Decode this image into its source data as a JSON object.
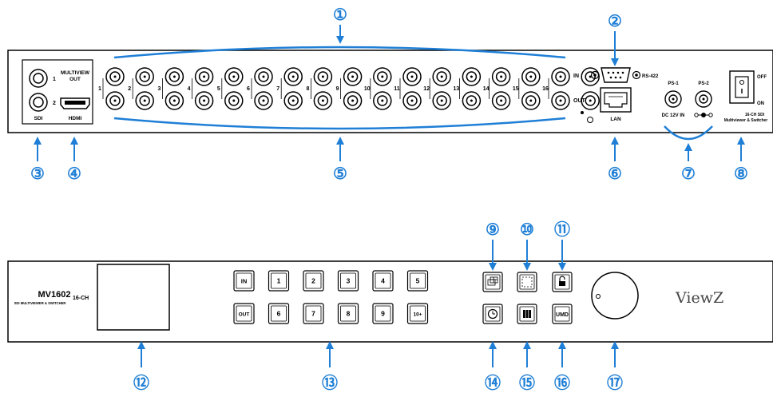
{
  "colors": {
    "accent": "#1f7fd6",
    "outline": "#000000",
    "panel": "#ffffff"
  },
  "callouts": [
    "①",
    "②",
    "③",
    "④",
    "⑤",
    "⑥",
    "⑦",
    "⑧",
    "⑨",
    "⑩",
    "⑪",
    "⑫",
    "⑬",
    "⑭",
    "⑮",
    "⑯",
    "⑰"
  ],
  "rear": {
    "sdi_out_1": "1",
    "sdi_out_2": "2",
    "multiview_title": "MULTIVIEW",
    "multiview_sub": "OUT",
    "sdi_label": "SDI",
    "hdmi_label": "HDMI",
    "channels": [
      "1",
      "2",
      "3",
      "4",
      "5",
      "6",
      "7",
      "8",
      "9",
      "10",
      "11",
      "12",
      "13",
      "14",
      "15",
      "16"
    ],
    "in_label": "IN",
    "out_label": "OUT",
    "rs422_label": "RS-422",
    "lan_label": "LAN",
    "ps1_label": "PS-1",
    "ps2_label": "PS-2",
    "dc_label": "DC 12V IN",
    "off_label": "OFF",
    "on_label": "ON",
    "model_line1": "16-CH SDI",
    "model_line2": "Multiviewer & Switcher"
  },
  "front": {
    "model": "MV1602",
    "channels_label": "16-CH",
    "subtitle": "SDI MULTIVIEWER & SWITCHER",
    "row1_buttons": [
      "IN",
      "1",
      "2",
      "3",
      "4",
      "5"
    ],
    "row2_buttons": [
      "OUT",
      "6",
      "7",
      "8",
      "9",
      "10+"
    ],
    "umd_label": "UMD",
    "brand": "ViewZ"
  }
}
